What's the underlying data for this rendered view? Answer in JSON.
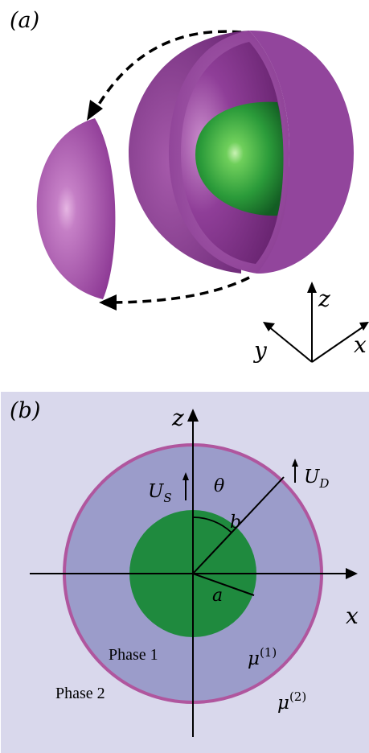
{
  "panel_a": {
    "label": "(a)",
    "axes": {
      "z": "z",
      "y": "y",
      "x": "x"
    }
  },
  "panel_b": {
    "label": "(b)",
    "axis_z": "z",
    "axis_x": "x",
    "velocity_s": "U",
    "velocity_s_sub": "S",
    "velocity_d": "U",
    "velocity_d_sub": "D",
    "angle": "θ",
    "radius_b": "b",
    "radius_a": "a",
    "phase1": "Phase 1",
    "phase2": "Phase 2",
    "mu1": "μ",
    "mu1_sup": "(1)",
    "mu2": "μ",
    "mu2_sup": "(2)"
  },
  "colors": {
    "background_b": "#d9d8ec",
    "drop": "#9b9cca",
    "drop_border": "#b0569e",
    "core": "#1f8a3e",
    "shell_purple": "#8e3d95",
    "core_3d": "#2f9a3d"
  }
}
